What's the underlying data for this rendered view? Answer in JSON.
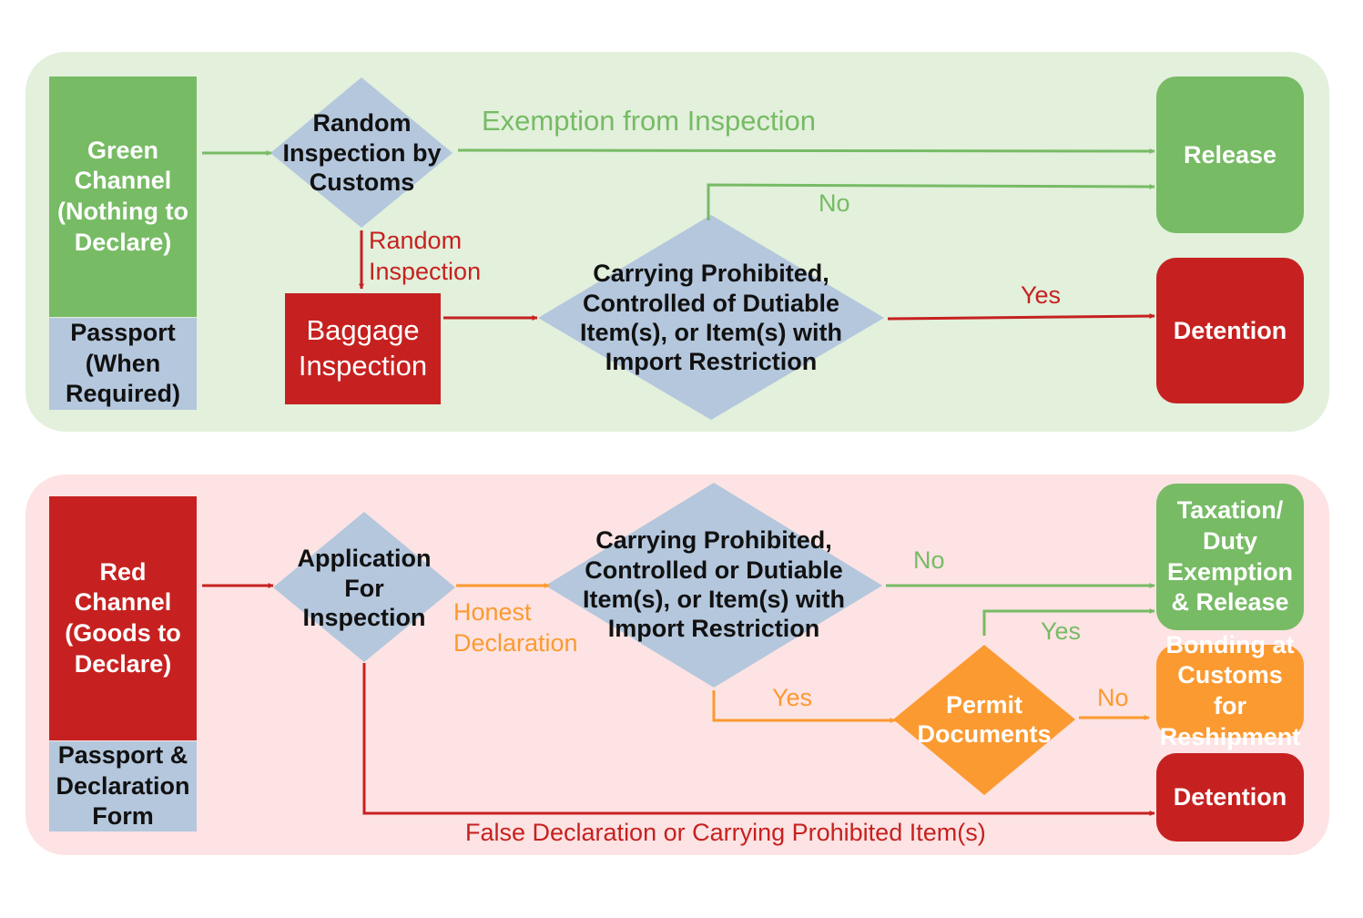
{
  "colors": {
    "green_panel": "#e2f0dc",
    "red_panel": "#fde3e3",
    "green": "#77bb65",
    "red": "#c62120",
    "orange": "#fb9a31",
    "blue_gray": "#b4c7dd",
    "text_dark": "#111111",
    "white": "#ffffff"
  },
  "green_channel": {
    "channel_box": "Green Channel (Nothing to Declare)",
    "document_box": "Passport (When Required)",
    "random_inspection_diamond": "Random Inspection by Customs",
    "exemption_label": "Exemption from Inspection",
    "random_inspection_label": "Random Inspection",
    "baggage_inspection_box": "Baggage Inspection",
    "carrying_diamond": "Carrying Prohibited, Controlled of Dutiable Item(s), or Item(s) with Import Restriction",
    "no_label": "No",
    "yes_label": "Yes",
    "release_box": "Release",
    "detention_box": "Detention"
  },
  "red_channel": {
    "channel_box": "Red Channel (Goods to Declare)",
    "document_box": "Passport & Declaration Form",
    "application_diamond": "Application For Inspection",
    "honest_label": "Honest Declaration",
    "carrying_diamond": "Carrying Prohibited, Controlled or Dutiable Item(s), or Item(s) with Import Restriction",
    "no_label_top": "No",
    "yes_label_permit": "Yes",
    "yes_label_bottom": "Yes",
    "no_label_permit": "No",
    "permit_diamond": "Permit Documents",
    "taxation_box": "Taxation/ Duty Exemption & Release",
    "bonding_box": "Bonding at Customs for Reshipment",
    "detention_box": "Detention",
    "false_declaration_label": "False Declaration or Carrying Prohibited Item(s)"
  }
}
